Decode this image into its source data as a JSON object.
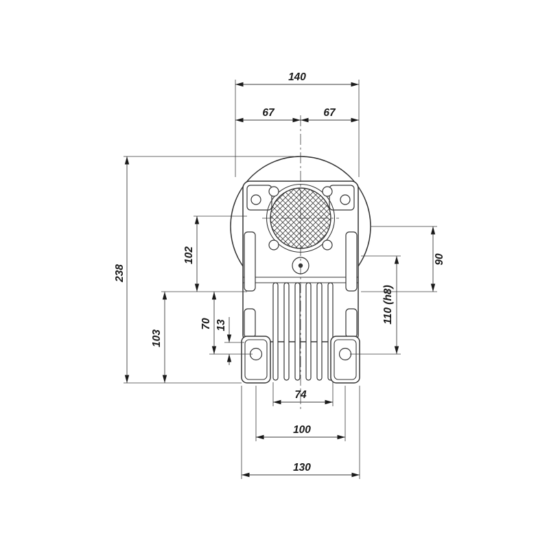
{
  "drawing": {
    "background_color": "#ffffff",
    "line_color": "#333333",
    "subject": "gear-reducer-rear-view-dimension-drawing"
  },
  "dims": {
    "d140": "140",
    "d67l": "67",
    "d67r": "67",
    "d238": "238",
    "d102": "102",
    "d103": "103",
    "d70": "70",
    "d13": "13",
    "d90": "90",
    "d110": "110 (h8)",
    "d74": "74",
    "d100": "100",
    "d130": "130"
  }
}
